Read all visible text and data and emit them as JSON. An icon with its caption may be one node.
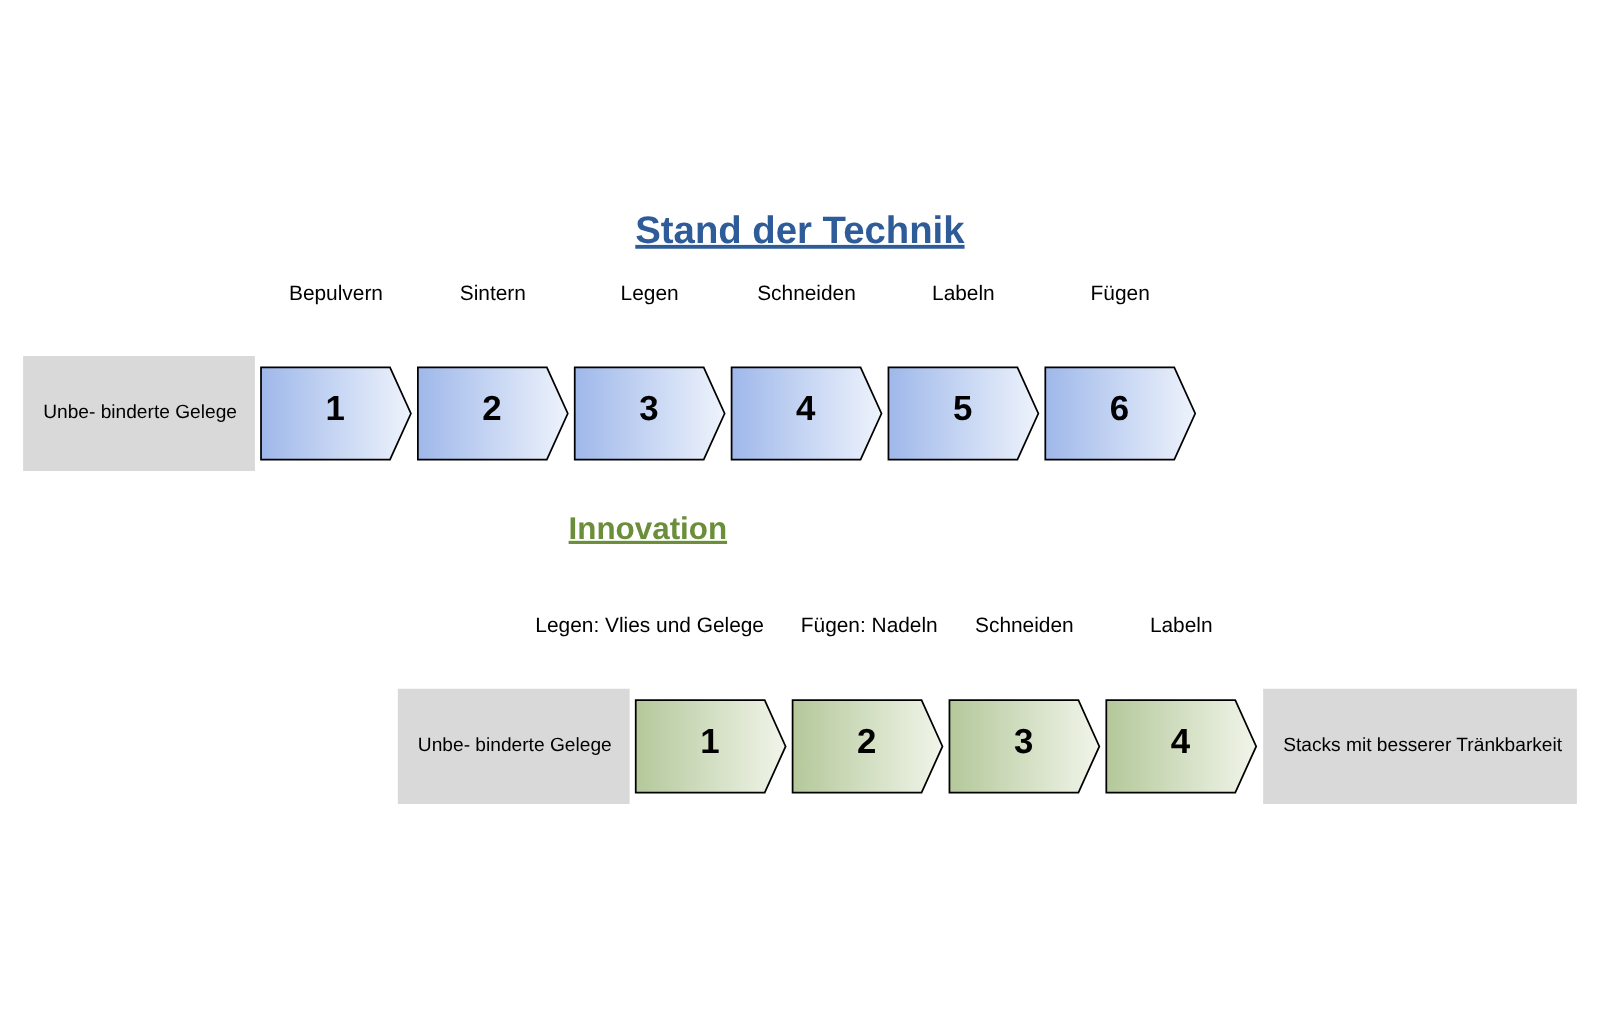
{
  "diagram": {
    "title": "Stand der Technik",
    "nodes": [
      {
        "text": [
          "Unbe- binderte Gelege"
        ]
      },
      {
        "text": [
          "1"
        ],
        "beside": [
          "Bepulvern"
        ]
      },
      {
        "text": [
          "2"
        ],
        "beside": [
          "Sintern"
        ]
      },
      {
        "text": [
          "3"
        ],
        "beside": [
          "Legen"
        ]
      },
      {
        "text": [
          "4"
        ],
        "beside": [
          "Schneiden"
        ]
      },
      {
        "text": [
          "5"
        ],
        "beside": [
          "Labeln"
        ]
      },
      {
        "text": [
          "6"
        ],
        "beside": [
          "Fügen"
        ]
      },
      {
        "text": [
          "Unbe- binderte Gelege"
        ]
      },
      {
        "text": [
          "1"
        ],
        "beside": [
          "Legen: Vlies und Gelege"
        ]
      },
      {
        "text": [
          "2"
        ],
        "beside": [
          "Fügen: Nadeln"
        ]
      },
      {
        "text": [
          "3"
        ],
        "beside": [
          "Schneiden"
        ]
      },
      {
        "text": [
          "4"
        ],
        "beside": [
          "Labeln"
        ]
      },
      {
        "text": [
          "Stacks mit besserer Tränkbarkeit"
        ]
      }
    ],
    "labels": [
      "Innovation"
    ]
  }
}
